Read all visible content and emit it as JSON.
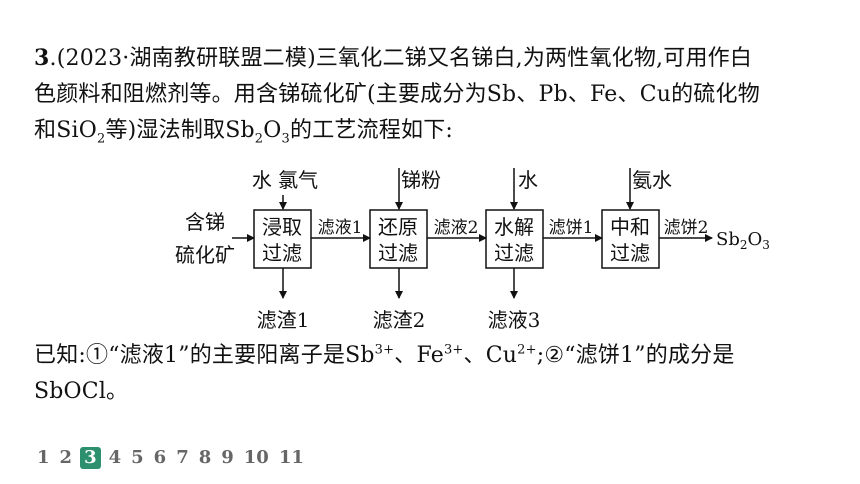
{
  "question": {
    "number": "3",
    "source": ".(2023·湖南教研联盟二模)",
    "line1_text": "三氧化二锑又名锑白,为两性氧化物,可用作白",
    "line2_text": "色颜料和阻燃剂等。用含锑硫化矿(主要成分为Sb、Pb、Fe、Cu的硫化物",
    "line3_pre": "和SiO",
    "line3_sub1": "2",
    "line3_mid1": "等)湿法制取Sb",
    "line3_sub2": "2",
    "line3_mid2": "O",
    "line3_sub3": "3",
    "line3_post": "的工艺流程如下:"
  },
  "flowchart": {
    "raw_material_line1": "含锑",
    "raw_material_line2": "硫化矿",
    "steps": [
      {
        "input": "水 氯气",
        "line1": "浸取",
        "line2": "过滤",
        "residue": "滤渣1",
        "output": "滤液1"
      },
      {
        "input": "锑粉",
        "line1": "还原",
        "line2": "过滤",
        "residue": "滤渣2",
        "output": "滤液2"
      },
      {
        "input": "水",
        "line1": "水解",
        "line2": "过滤",
        "residue": "滤液3",
        "output": "滤饼1"
      },
      {
        "input": "氨水",
        "line1": "中和",
        "line2": "过滤",
        "output": "滤饼2"
      }
    ],
    "product_main": "Sb",
    "product_sub1": "2",
    "product_mid": "O",
    "product_sub2": "3"
  },
  "known": {
    "seg1": "已知:①“滤液1”的主要阳离子是Sb",
    "sup1": "3+",
    "seg2": "、Fe",
    "sup2": "3+",
    "seg3": "、Cu",
    "sup3": "2+",
    "seg4": ";②“滤饼1”的成分是",
    "line2": "SbOCl。"
  },
  "pagination": {
    "pages": [
      "1",
      "2",
      "3",
      "4",
      "5",
      "6",
      "7",
      "8",
      "9",
      "10",
      "11"
    ],
    "active": "3"
  }
}
